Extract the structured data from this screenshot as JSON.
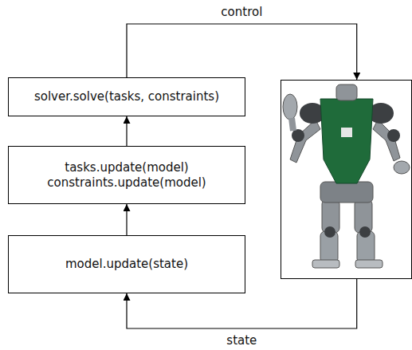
{
  "diagram": {
    "nodes": [
      {
        "text": [
          "solver.solve(tasks, constraints)"
        ]
      },
      {
        "text": [
          "tasks.update(model)",
          "constraints.update(model)"
        ]
      },
      {
        "text": [
          "model.update(state)"
        ]
      },
      {
        "text": []
      }
    ],
    "edges": [
      {
        "from": 2,
        "to": 1,
        "arrow": "to"
      },
      {
        "from": 1,
        "to": 0,
        "arrow": "to"
      },
      {
        "from": 0,
        "to": 3,
        "label": "control",
        "arrow": "to"
      },
      {
        "from": 3,
        "to": 2,
        "label": "state",
        "arrow": "to"
      }
    ]
  }
}
